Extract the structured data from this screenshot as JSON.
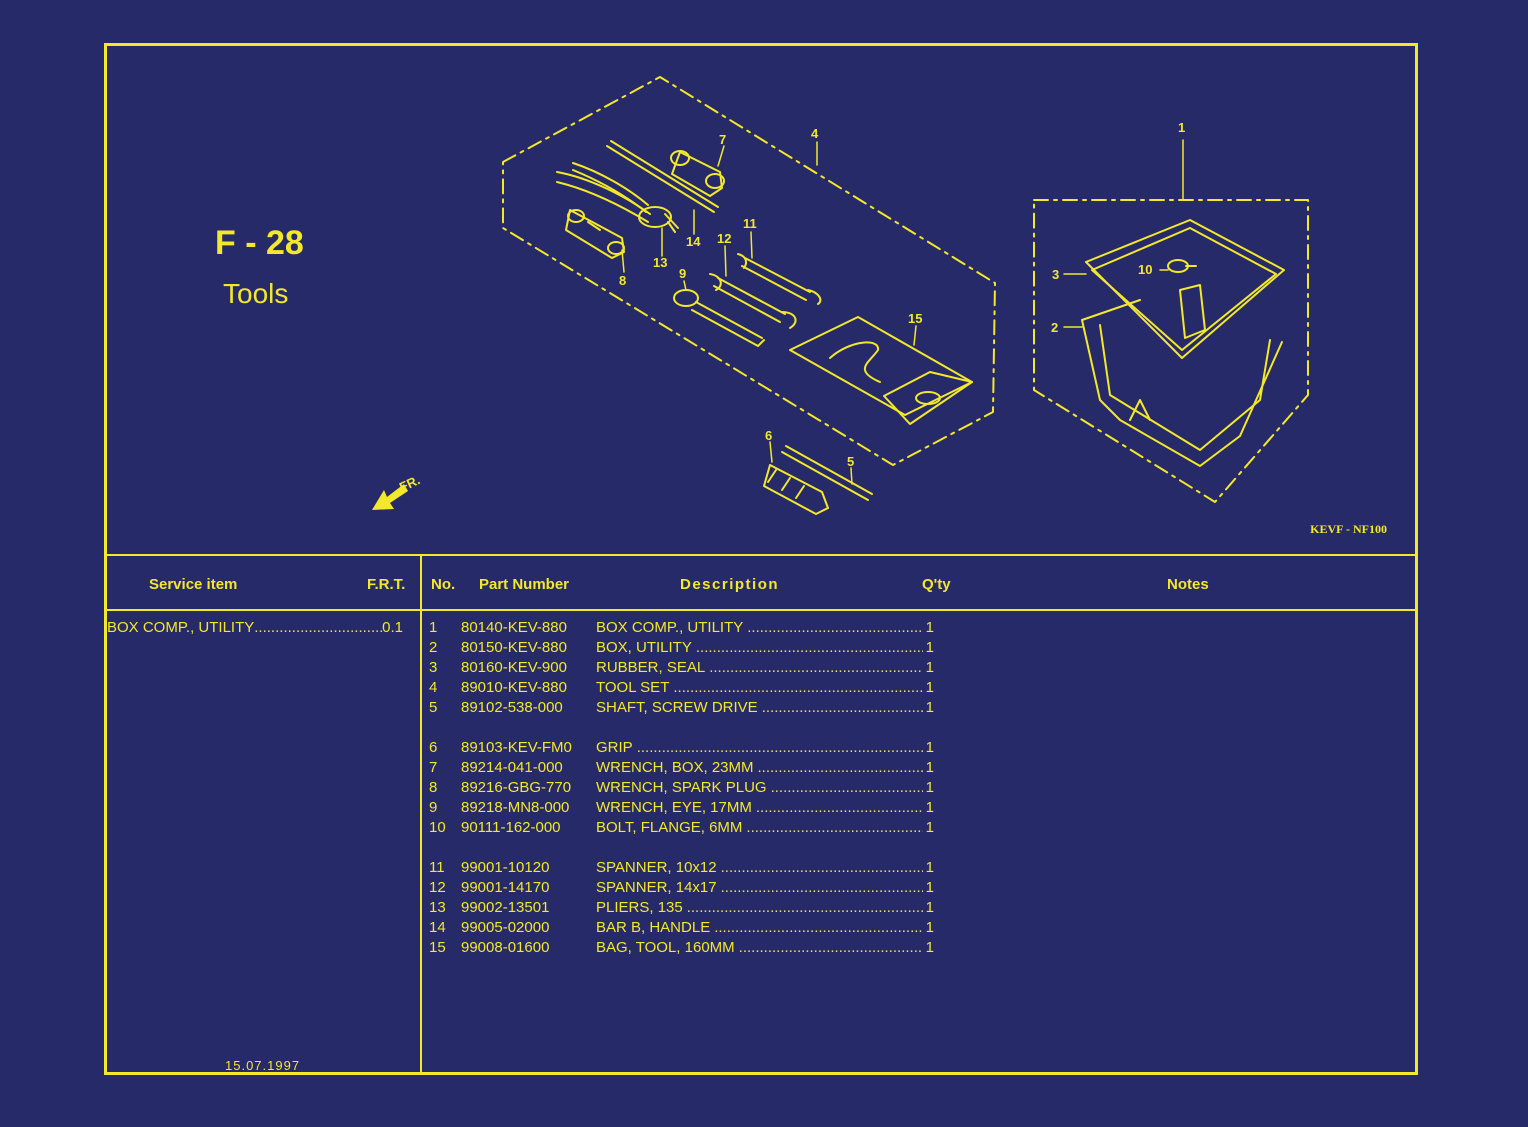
{
  "header": {
    "code": "F - 28",
    "name": "Tools",
    "drawing_ref": "KEVF - NF100",
    "front_label": "FR."
  },
  "diagram": {
    "callouts": [
      "1",
      "2",
      "3",
      "4",
      "5",
      "6",
      "7",
      "8",
      "9",
      "10",
      "11",
      "12",
      "13",
      "14",
      "15"
    ]
  },
  "columns": {
    "service_item": "Service item",
    "frt": "F.R.T.",
    "no": "No.",
    "part_number": "Part Number",
    "description": "Description",
    "qty": "Q'ty",
    "notes": "Notes"
  },
  "service_items": [
    {
      "label": "BOX COMP., UTILITY",
      "frt": "0.1"
    }
  ],
  "parts": [
    {
      "no": "1",
      "part": "80140-KEV-880",
      "desc": "BOX COMP., UTILITY",
      "qty": "1"
    },
    {
      "no": "2",
      "part": "80150-KEV-880",
      "desc": "BOX, UTILITY",
      "qty": "1"
    },
    {
      "no": "3",
      "part": "80160-KEV-900",
      "desc": "RUBBER, SEAL",
      "qty": "1"
    },
    {
      "no": "4",
      "part": "89010-KEV-880",
      "desc": "TOOL SET",
      "qty": "1"
    },
    {
      "no": "5",
      "part": "89102-538-000",
      "desc": "SHAFT, SCREW DRIVE",
      "qty": "1"
    },
    {
      "no": "6",
      "part": "89103-KEV-FM0",
      "desc": "GRIP",
      "qty": "1"
    },
    {
      "no": "7",
      "part": "89214-041-000",
      "desc": "WRENCH, BOX, 23MM",
      "qty": "1"
    },
    {
      "no": "8",
      "part": "89216-GBG-770",
      "desc": "WRENCH, SPARK PLUG",
      "qty": "1"
    },
    {
      "no": "9",
      "part": "89218-MN8-000",
      "desc": "WRENCH, EYE, 17MM",
      "qty": "1"
    },
    {
      "no": "10",
      "part": "90111-162-000",
      "desc": "BOLT, FLANGE, 6MM",
      "qty": "1"
    },
    {
      "no": "11",
      "part": "99001-10120",
      "desc": "SPANNER, 10x12",
      "qty": "1"
    },
    {
      "no": "12",
      "part": "99001-14170",
      "desc": "SPANNER, 14x17",
      "qty": "1"
    },
    {
      "no": "13",
      "part": "99002-13501",
      "desc": "PLIERS, 135",
      "qty": "1"
    },
    {
      "no": "14",
      "part": "99005-02000",
      "desc": "BAR B, HANDLE",
      "qty": "1"
    },
    {
      "no": "15",
      "part": "99008-01600",
      "desc": "BAG, TOOL, 160MM",
      "qty": "1"
    }
  ],
  "footer": {
    "date": "15.07.1997"
  },
  "colors": {
    "background": "#272a68",
    "ink": "#f3e82a"
  }
}
